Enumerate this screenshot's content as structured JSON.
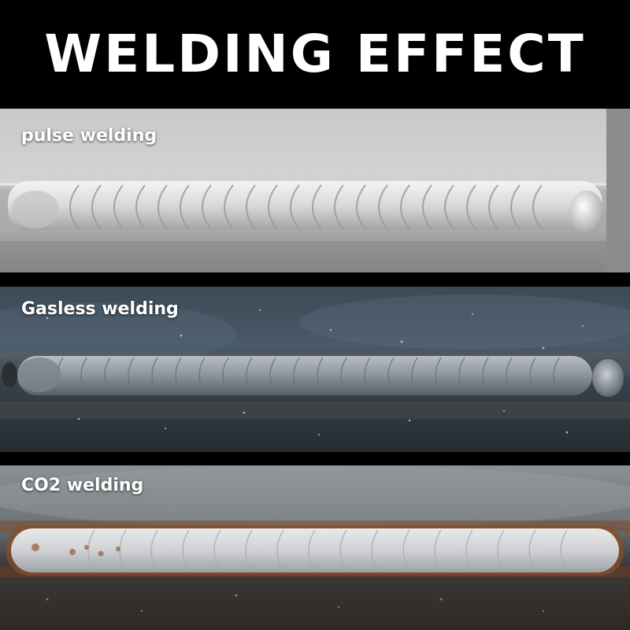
{
  "title": "WELDING EFFECT",
  "panels": [
    {
      "label": "pulse welding"
    },
    {
      "label": "Gasless welding"
    },
    {
      "label": "CO2 welding"
    }
  ],
  "colors": {
    "background": "#000000",
    "title_text": "#ffffff",
    "label_text": "#ffffff"
  }
}
